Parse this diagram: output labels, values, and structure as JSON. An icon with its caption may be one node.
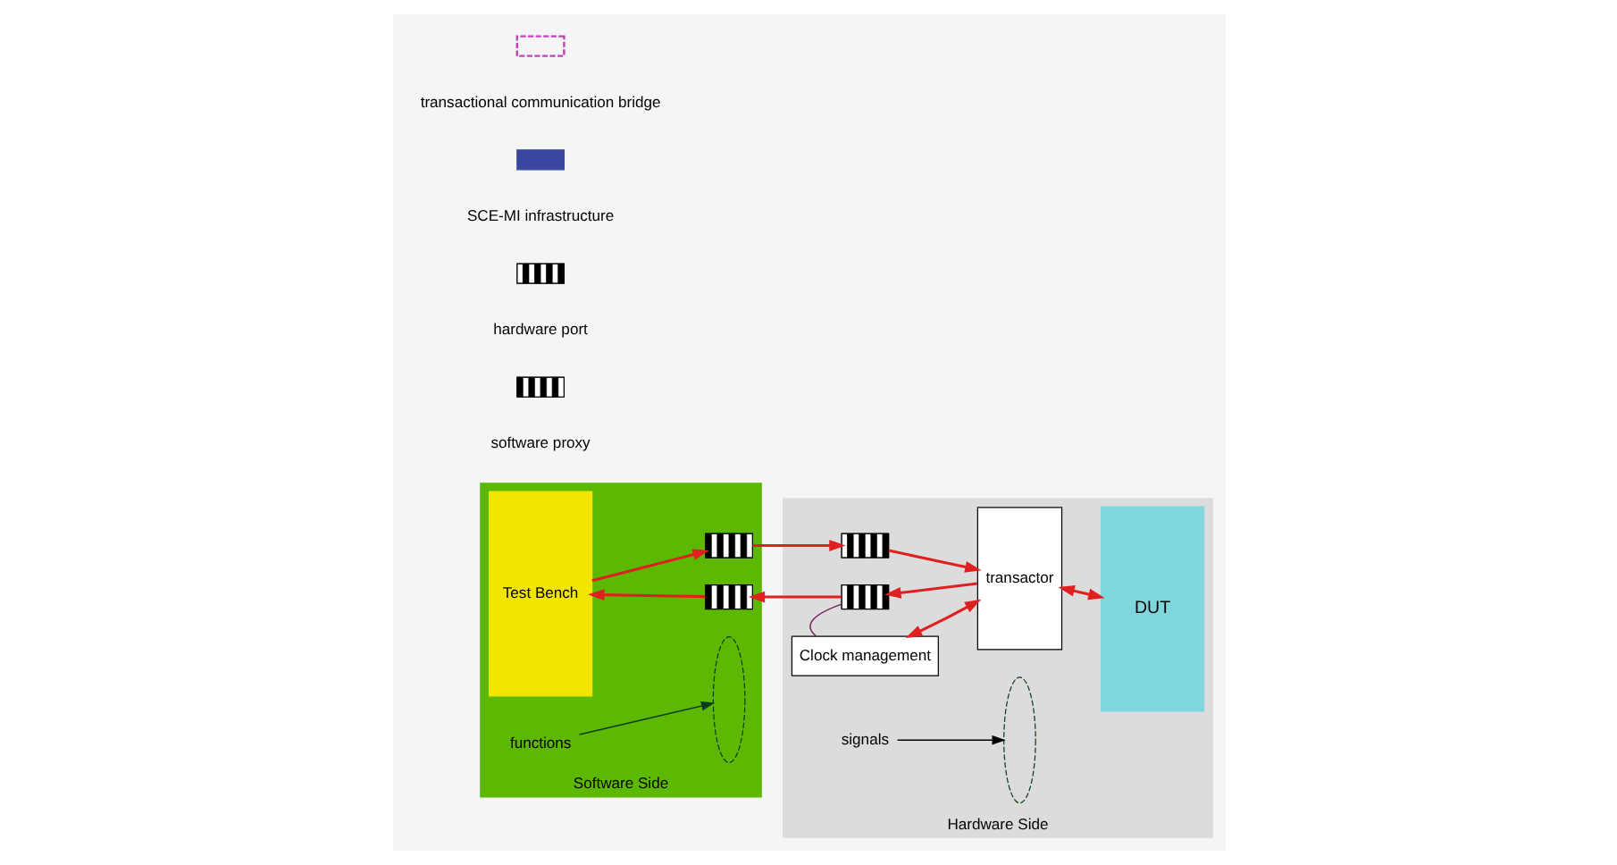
{
  "diagram": {
    "nodes": [
      {
        "text": [
          "Software Side"
        ]
      },
      {
        "text": [
          "Hardware Side"
        ]
      },
      {
        "text": [
          "Test Bench"
        ],
        "in": 0
      },
      {
        "text": [],
        "shape": "box",
        "in": 0
      },
      {
        "text": [],
        "shape": "box",
        "in": 0
      },
      {
        "text": [],
        "shape": "box",
        "in": 1
      },
      {
        "text": [],
        "shape": "box",
        "in": 1
      },
      {
        "text": [
          "Clock management"
        ],
        "in": 1
      },
      {
        "text": [
          "transactor"
        ],
        "in": 1
      },
      {
        "text": [
          "DUT"
        ],
        "in": 1
      },
      {
        "text": [
          "functions"
        ],
        "in": 0
      },
      {
        "text": [],
        "shape": "ellipse",
        "in": 0
      },
      {
        "text": [
          "signals"
        ],
        "in": 1
      },
      {
        "text": [],
        "shape": "ellipse",
        "in": 1
      }
    ],
    "edges": [
      {
        "from": 2,
        "to": 3,
        "arrow": "to"
      },
      {
        "from": 3,
        "to": 5,
        "arrow": "to"
      },
      {
        "from": 5,
        "to": 8,
        "arrow": "to"
      },
      {
        "from": 8,
        "to": 6,
        "arrow": "to"
      },
      {
        "from": 6,
        "to": 4,
        "arrow": "to"
      },
      {
        "from": 4,
        "to": 2,
        "arrow": "to"
      },
      {
        "from": 6,
        "to": 7,
        "arrow": "none",
        "color": "#7a1f5c"
      },
      {
        "from": 7,
        "to": 8,
        "arrow": "both"
      },
      {
        "from": 8,
        "to": 9,
        "arrow": "both"
      },
      {
        "from": 10,
        "to": 11,
        "arrow": "to",
        "color": "#0b3d1a"
      },
      {
        "from": 12,
        "to": 13,
        "arrow": "to",
        "color": "#000000"
      }
    ],
    "legend": [
      {
        "text": "transactional communication bridge"
      },
      {
        "text": "SCE-MI infrastructure",
        "color": "#3a47a0"
      },
      {
        "text": "hardware port"
      },
      {
        "text": "software proxy"
      }
    ]
  }
}
